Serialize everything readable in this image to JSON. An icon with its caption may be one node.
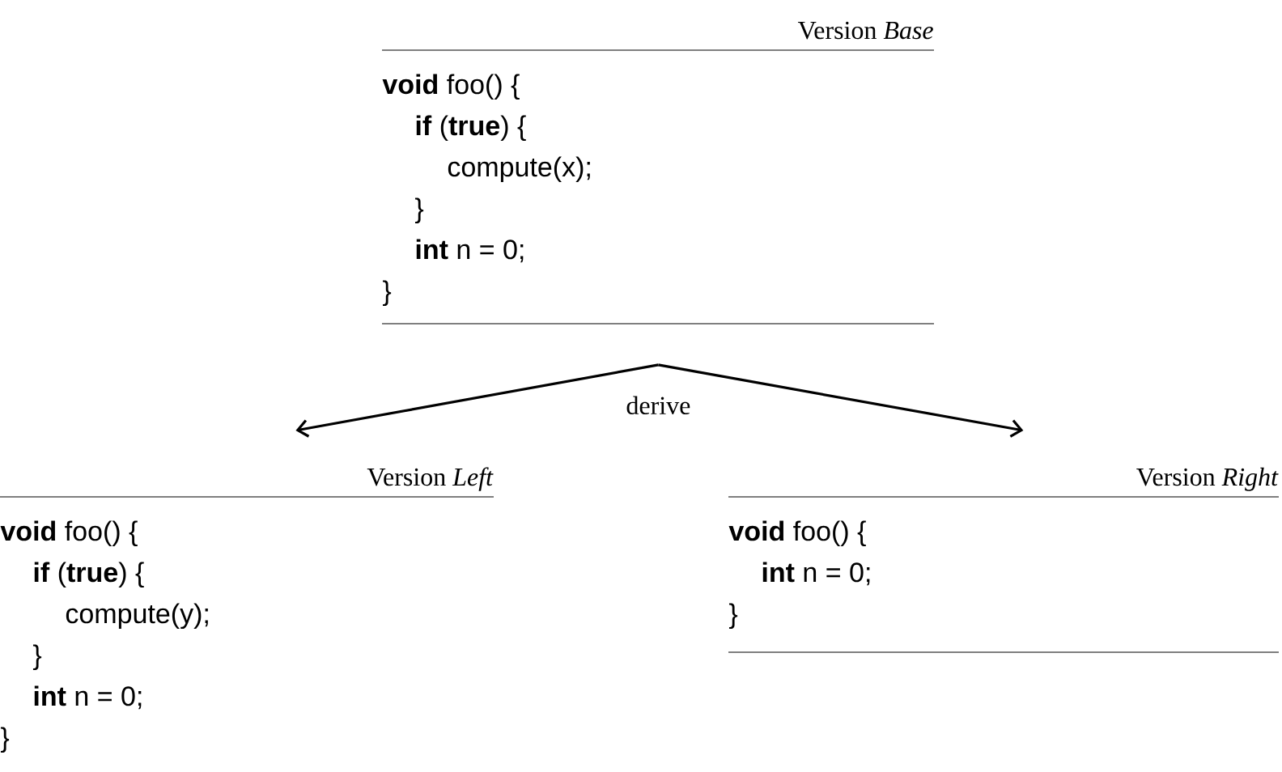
{
  "diagram": {
    "nodes": [
      {
        "text": [
          "Version *Base*",
          "**void** foo() {",
          "**if** (**true**) {",
          "compute(x);",
          "}",
          "**int** n = 0;",
          "}"
        ]
      },
      {
        "text": [
          "Version *Left*",
          "**void** foo() {",
          "**if** (**true**) {",
          "compute(y);",
          "}",
          "**int** n = 0;",
          "}"
        ]
      },
      {
        "text": [
          "Version *Right*",
          "**void** foo() {",
          "**int** n = 0;",
          "}"
        ]
      }
    ],
    "edges": [
      {
        "from": 0,
        "to": 1,
        "arrow": "to",
        "label": "derive"
      },
      {
        "from": 0,
        "to": 2,
        "arrow": "to"
      }
    ]
  }
}
